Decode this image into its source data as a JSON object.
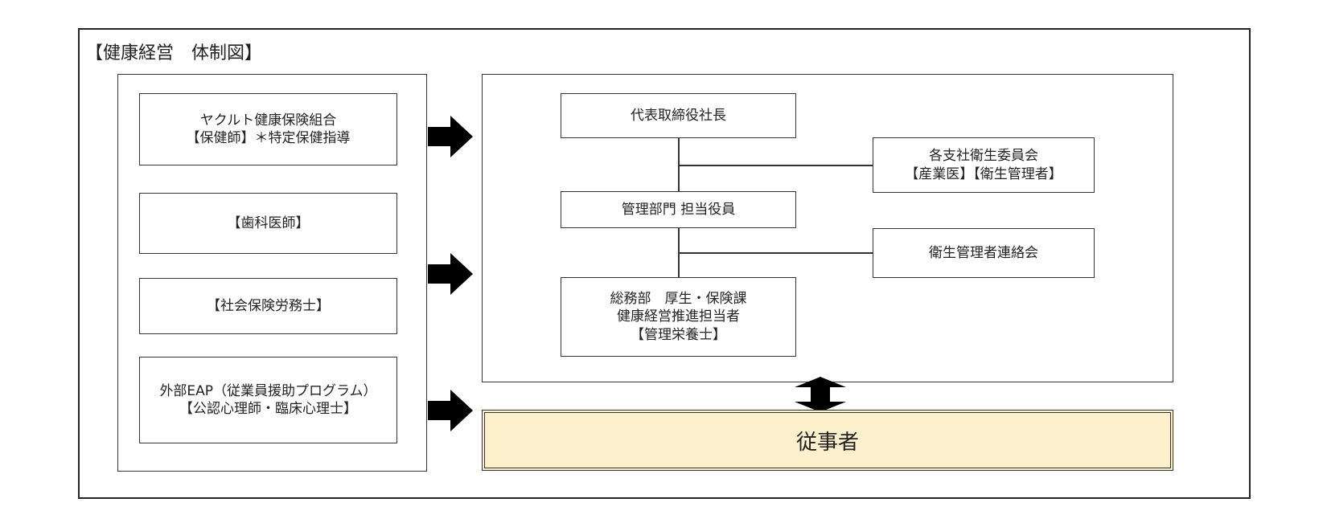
{
  "title": "【健康経営　体制図】",
  "left_boxes": {
    "yakult": {
      "line1": "ヤクルト健康保険組合",
      "line2": "【保健師】＊特定保健指導"
    },
    "dentist": {
      "line1": "【歯科医師】"
    },
    "labor": {
      "line1": "【社会保険労務士】"
    },
    "eap": {
      "line1": "外部EAP（従業員援助プログラム）",
      "line2": "【公認心理師・臨床心理士】"
    }
  },
  "org": {
    "president": "代表取締役社長",
    "officer": "管理部門 担当役員",
    "general_affairs": {
      "line1": "総務部　厚生・保険課",
      "line2": "健康経営推進担当者",
      "line3": "【管理栄養士】"
    },
    "branch_committee": {
      "line1": "各支社衛生委員会",
      "line2": "【産業医】【衛生管理者】"
    },
    "liaison": "衛生管理者連絡会"
  },
  "workers": "従事者"
}
